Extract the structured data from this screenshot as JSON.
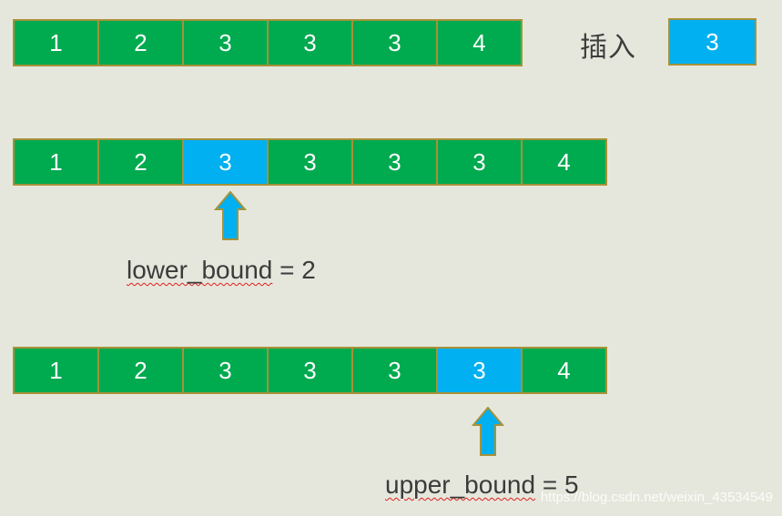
{
  "insert": {
    "label": "插入",
    "value": "3"
  },
  "rows": {
    "initial": [
      "1",
      "2",
      "3",
      "3",
      "3",
      "4"
    ],
    "lower": [
      "1",
      "2",
      "3",
      "3",
      "3",
      "3",
      "4"
    ],
    "upper": [
      "1",
      "2",
      "3",
      "3",
      "3",
      "3",
      "4"
    ]
  },
  "highlight": {
    "lower_index": 2,
    "upper_index": 5
  },
  "labels": {
    "lower_name": "lower_bound",
    "lower_rest": " = 2",
    "upper_name": "upper_bound",
    "upper_rest": " = 5"
  },
  "watermark": "https://blog.csdn.net/weixin_43534549",
  "colors": {
    "cell": "#00aa4f",
    "highlight": "#00b0f0",
    "border": "#a7913a",
    "background": "#e6e7dc"
  }
}
